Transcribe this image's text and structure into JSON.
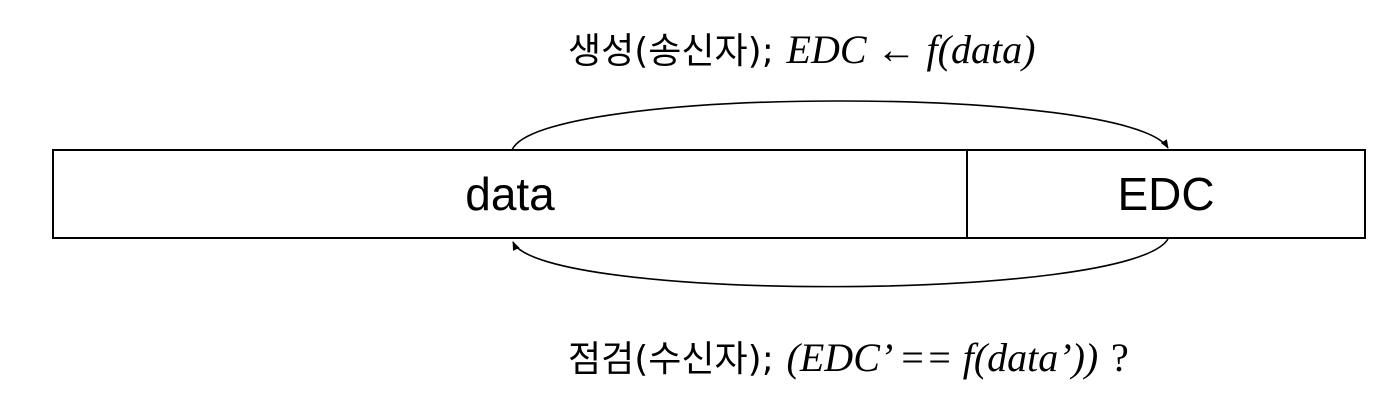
{
  "top_caption": {
    "label_kr": "생성(송신자);",
    "formula": "EDC ← f(data)"
  },
  "frame": {
    "data_label": "data",
    "edc_label": "EDC"
  },
  "bottom_caption": {
    "label_kr": "점검(수신자);",
    "formula": "(EDC’ == f(data’))",
    "suffix": "?"
  }
}
